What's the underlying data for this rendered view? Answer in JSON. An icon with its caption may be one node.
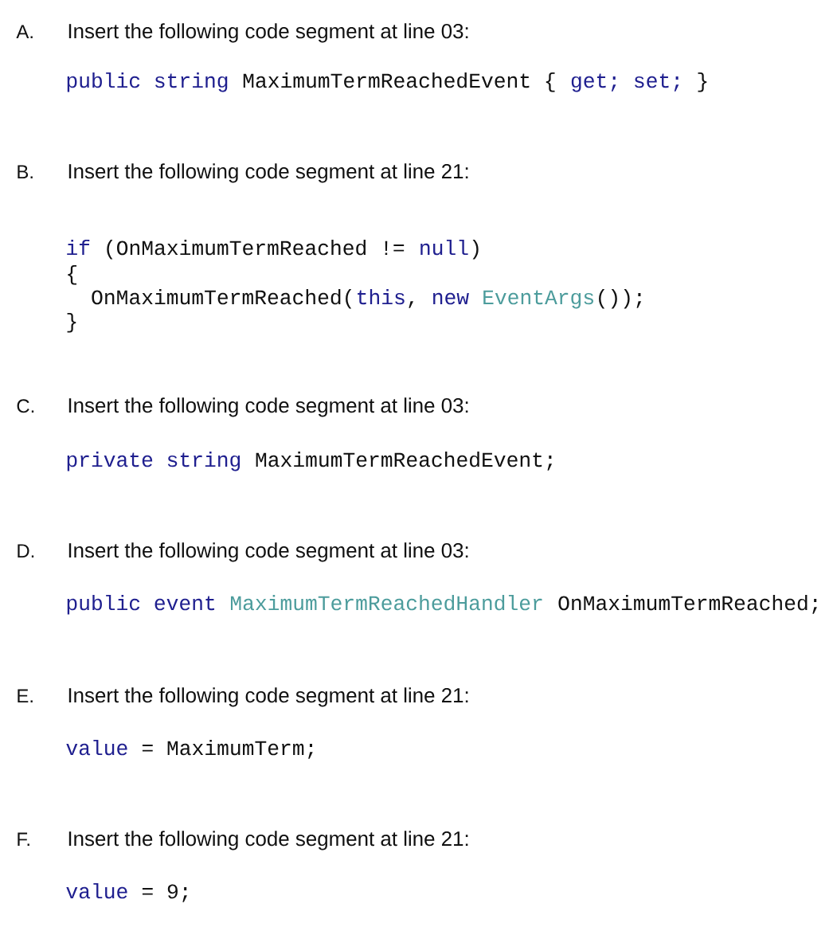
{
  "diagram": {
    "labels": [
      "A.",
      "Insert the following code segment at line 03:",
      "public string",
      "MaximumTermReachedEvent {",
      "get; set;",
      "}",
      "B.",
      "Insert the following code segment at line 21:",
      "if",
      "(OnMaximumTermReached !=",
      "null",
      ")",
      "{",
      "OnMaximumTermReached(",
      "this",
      ",",
      "new",
      "EventArgs",
      "());",
      "}",
      "C.",
      "Insert the following code segment at line 03:",
      "private string",
      "MaximumTermReachedEvent;",
      "D.",
      "Insert the following code segment at line 03:",
      "public event",
      "MaximumTermReachedHandler",
      "OnMaximumTermReached;",
      "E.",
      "Insert the following code segment at line 21:",
      "value",
      "= MaximumTerm;",
      "F.",
      "Insert the following code segment at line 21:",
      "value",
      "= 9;"
    ]
  }
}
